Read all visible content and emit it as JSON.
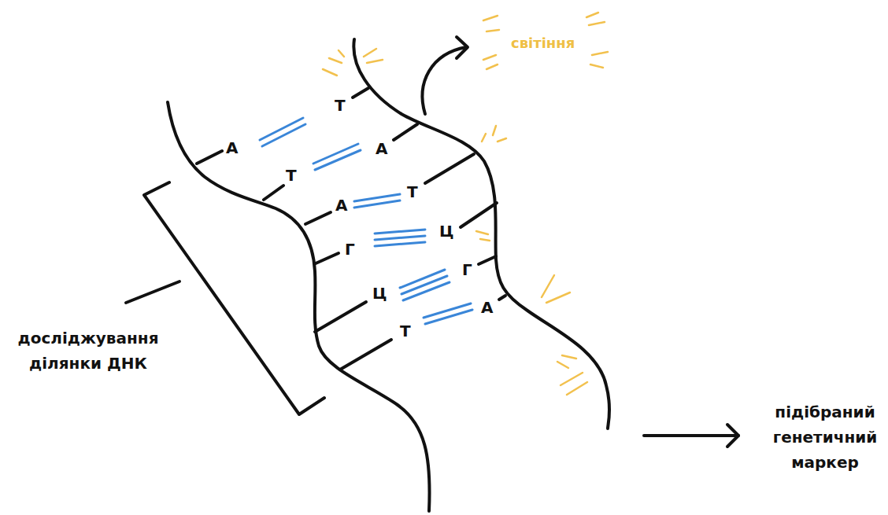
{
  "diagram": {
    "labels": [
      "світіння",
      "досліджування ділянки ДНК",
      "підібраний генетичний маркер",
      "Т",
      "А",
      "А",
      "Т",
      "Т",
      "А",
      "Ц",
      "Г",
      "Г",
      "Ц",
      "А",
      "Т"
    ]
  }
}
